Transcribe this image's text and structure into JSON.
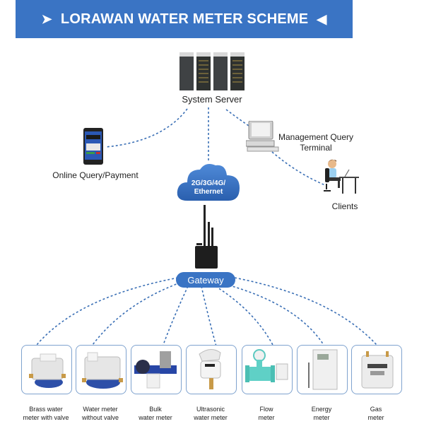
{
  "banner": {
    "title": "LORAWAN WATER METER SCHEME",
    "left_arrow": "➤",
    "right_arrow": "◀",
    "color": "#3a74c4"
  },
  "nodes": {
    "server": {
      "label": "System Server",
      "icon": "server-rack-icon"
    },
    "mobile": {
      "label": "Online Query/Payment",
      "icon": "smartphone-icon"
    },
    "terminal": {
      "label_line1": "Management Query",
      "label_line2": "Terminal",
      "icon": "desktop-computer-icon"
    },
    "clients": {
      "label": "Clients",
      "icon": "person-at-desk-icon"
    },
    "network": {
      "line1": "2G/3G/4G/",
      "line2": "Ethernet",
      "icon": "cloud-icon"
    },
    "gateway": {
      "label": "Gateway",
      "icon": "router-antenna-icon"
    }
  },
  "devices": [
    {
      "line1": "Brass water",
      "line2": "meter with valve",
      "icon": "brass-water-meter-icon"
    },
    {
      "line1": "Water meter",
      "line2": "without valve",
      "icon": "water-meter-icon"
    },
    {
      "line1": "Bulk",
      "line2": "water meter",
      "icon": "bulk-water-meter-icon"
    },
    {
      "line1": "Ultrasonic",
      "line2": "water meter",
      "icon": "ultrasonic-meter-icon"
    },
    {
      "line1": "Flow",
      "line2": "meter",
      "icon": "flow-meter-icon"
    },
    {
      "line1": "Energy",
      "line2": "meter",
      "icon": "energy-meter-icon"
    },
    {
      "line1": "Gas",
      "line2": "meter",
      "icon": "gas-meter-icon"
    }
  ],
  "colors": {
    "accent": "#3a74c4",
    "link": "#3a6fb5",
    "card_border": "#7fa3cf"
  }
}
